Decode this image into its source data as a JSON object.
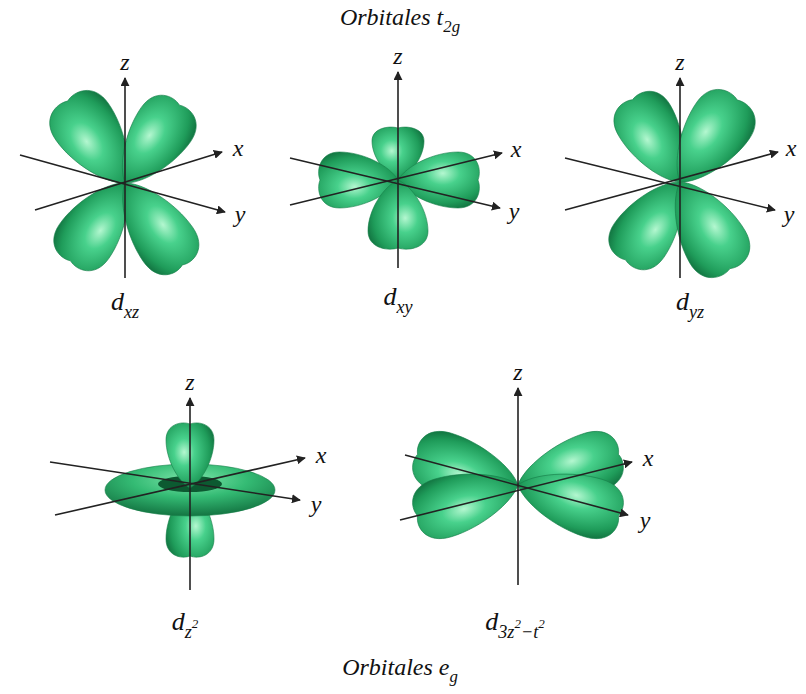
{
  "diagram": {
    "title": "Orbitales t2g",
    "labels": [
      "z",
      "x",
      "y",
      "dxz",
      "z",
      "x",
      "y",
      "dxy",
      "z",
      "x",
      "y",
      "dyz",
      "z",
      "x",
      "y",
      "dz2",
      "z",
      "x",
      "y",
      "d3z2−t2",
      "Orbitales eg"
    ]
  }
}
